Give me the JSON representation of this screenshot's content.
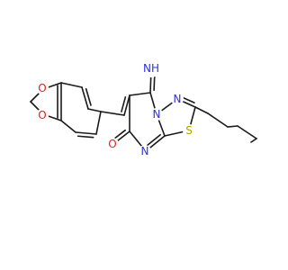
{
  "molecule": {
    "colors": {
      "bond": "#1a1a1a",
      "carbon": "#1a1a1a",
      "nitrogen": "#3030e0",
      "oxygen": "#e02020",
      "sulfur": "#b8a000",
      "background": "#ffffff"
    },
    "atoms": [
      {
        "id": "O1",
        "label": "O",
        "element": "oxygen"
      },
      {
        "id": "O2",
        "label": "O",
        "element": "oxygen"
      },
      {
        "id": "NH",
        "label": "NH",
        "element": "nitrogen"
      },
      {
        "id": "N4",
        "label": "N",
        "element": "nitrogen"
      },
      {
        "id": "N3",
        "label": "N",
        "element": "nitrogen"
      },
      {
        "id": "N8",
        "label": "N",
        "element": "nitrogen"
      },
      {
        "id": "S1",
        "label": "S",
        "element": "sulfur"
      },
      {
        "id": "O7",
        "label": "O",
        "element": "oxygen"
      }
    ]
  }
}
